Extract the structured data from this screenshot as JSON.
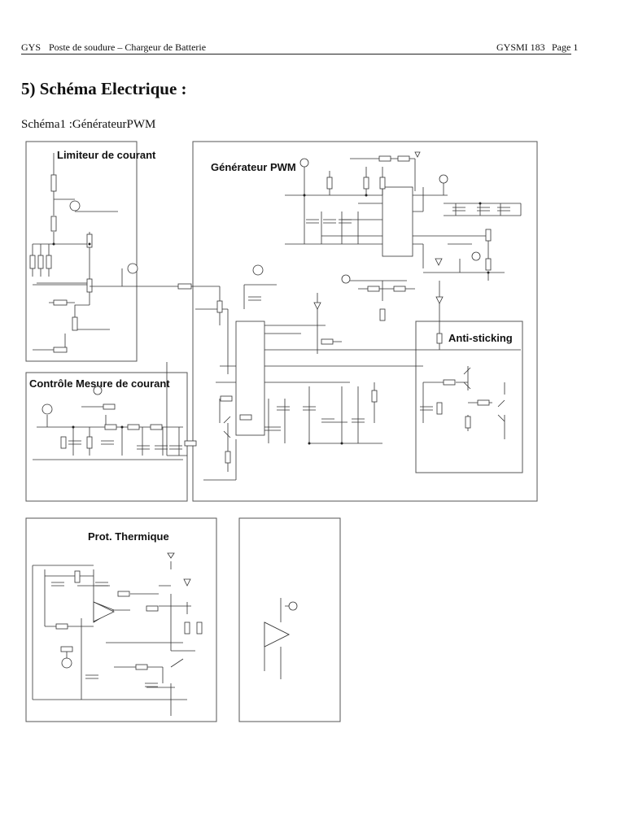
{
  "header": {
    "company": "GYS",
    "title": "Poste de soudure – Chargeur de Batterie",
    "doc_ref": "GYSMI 183",
    "page": "Page 1"
  },
  "section_title": "5) Schéma Electrique :",
  "subtitle": "Schéma1 :GénérateurPWM",
  "blocks": {
    "limiteur": "Limiteur de courant",
    "generateur": "Générateur PWM",
    "anti_sticking": "Anti-sticking",
    "controle": "Contrôle Mesure de courant",
    "prot_thermique": "Prot. Thermique"
  }
}
